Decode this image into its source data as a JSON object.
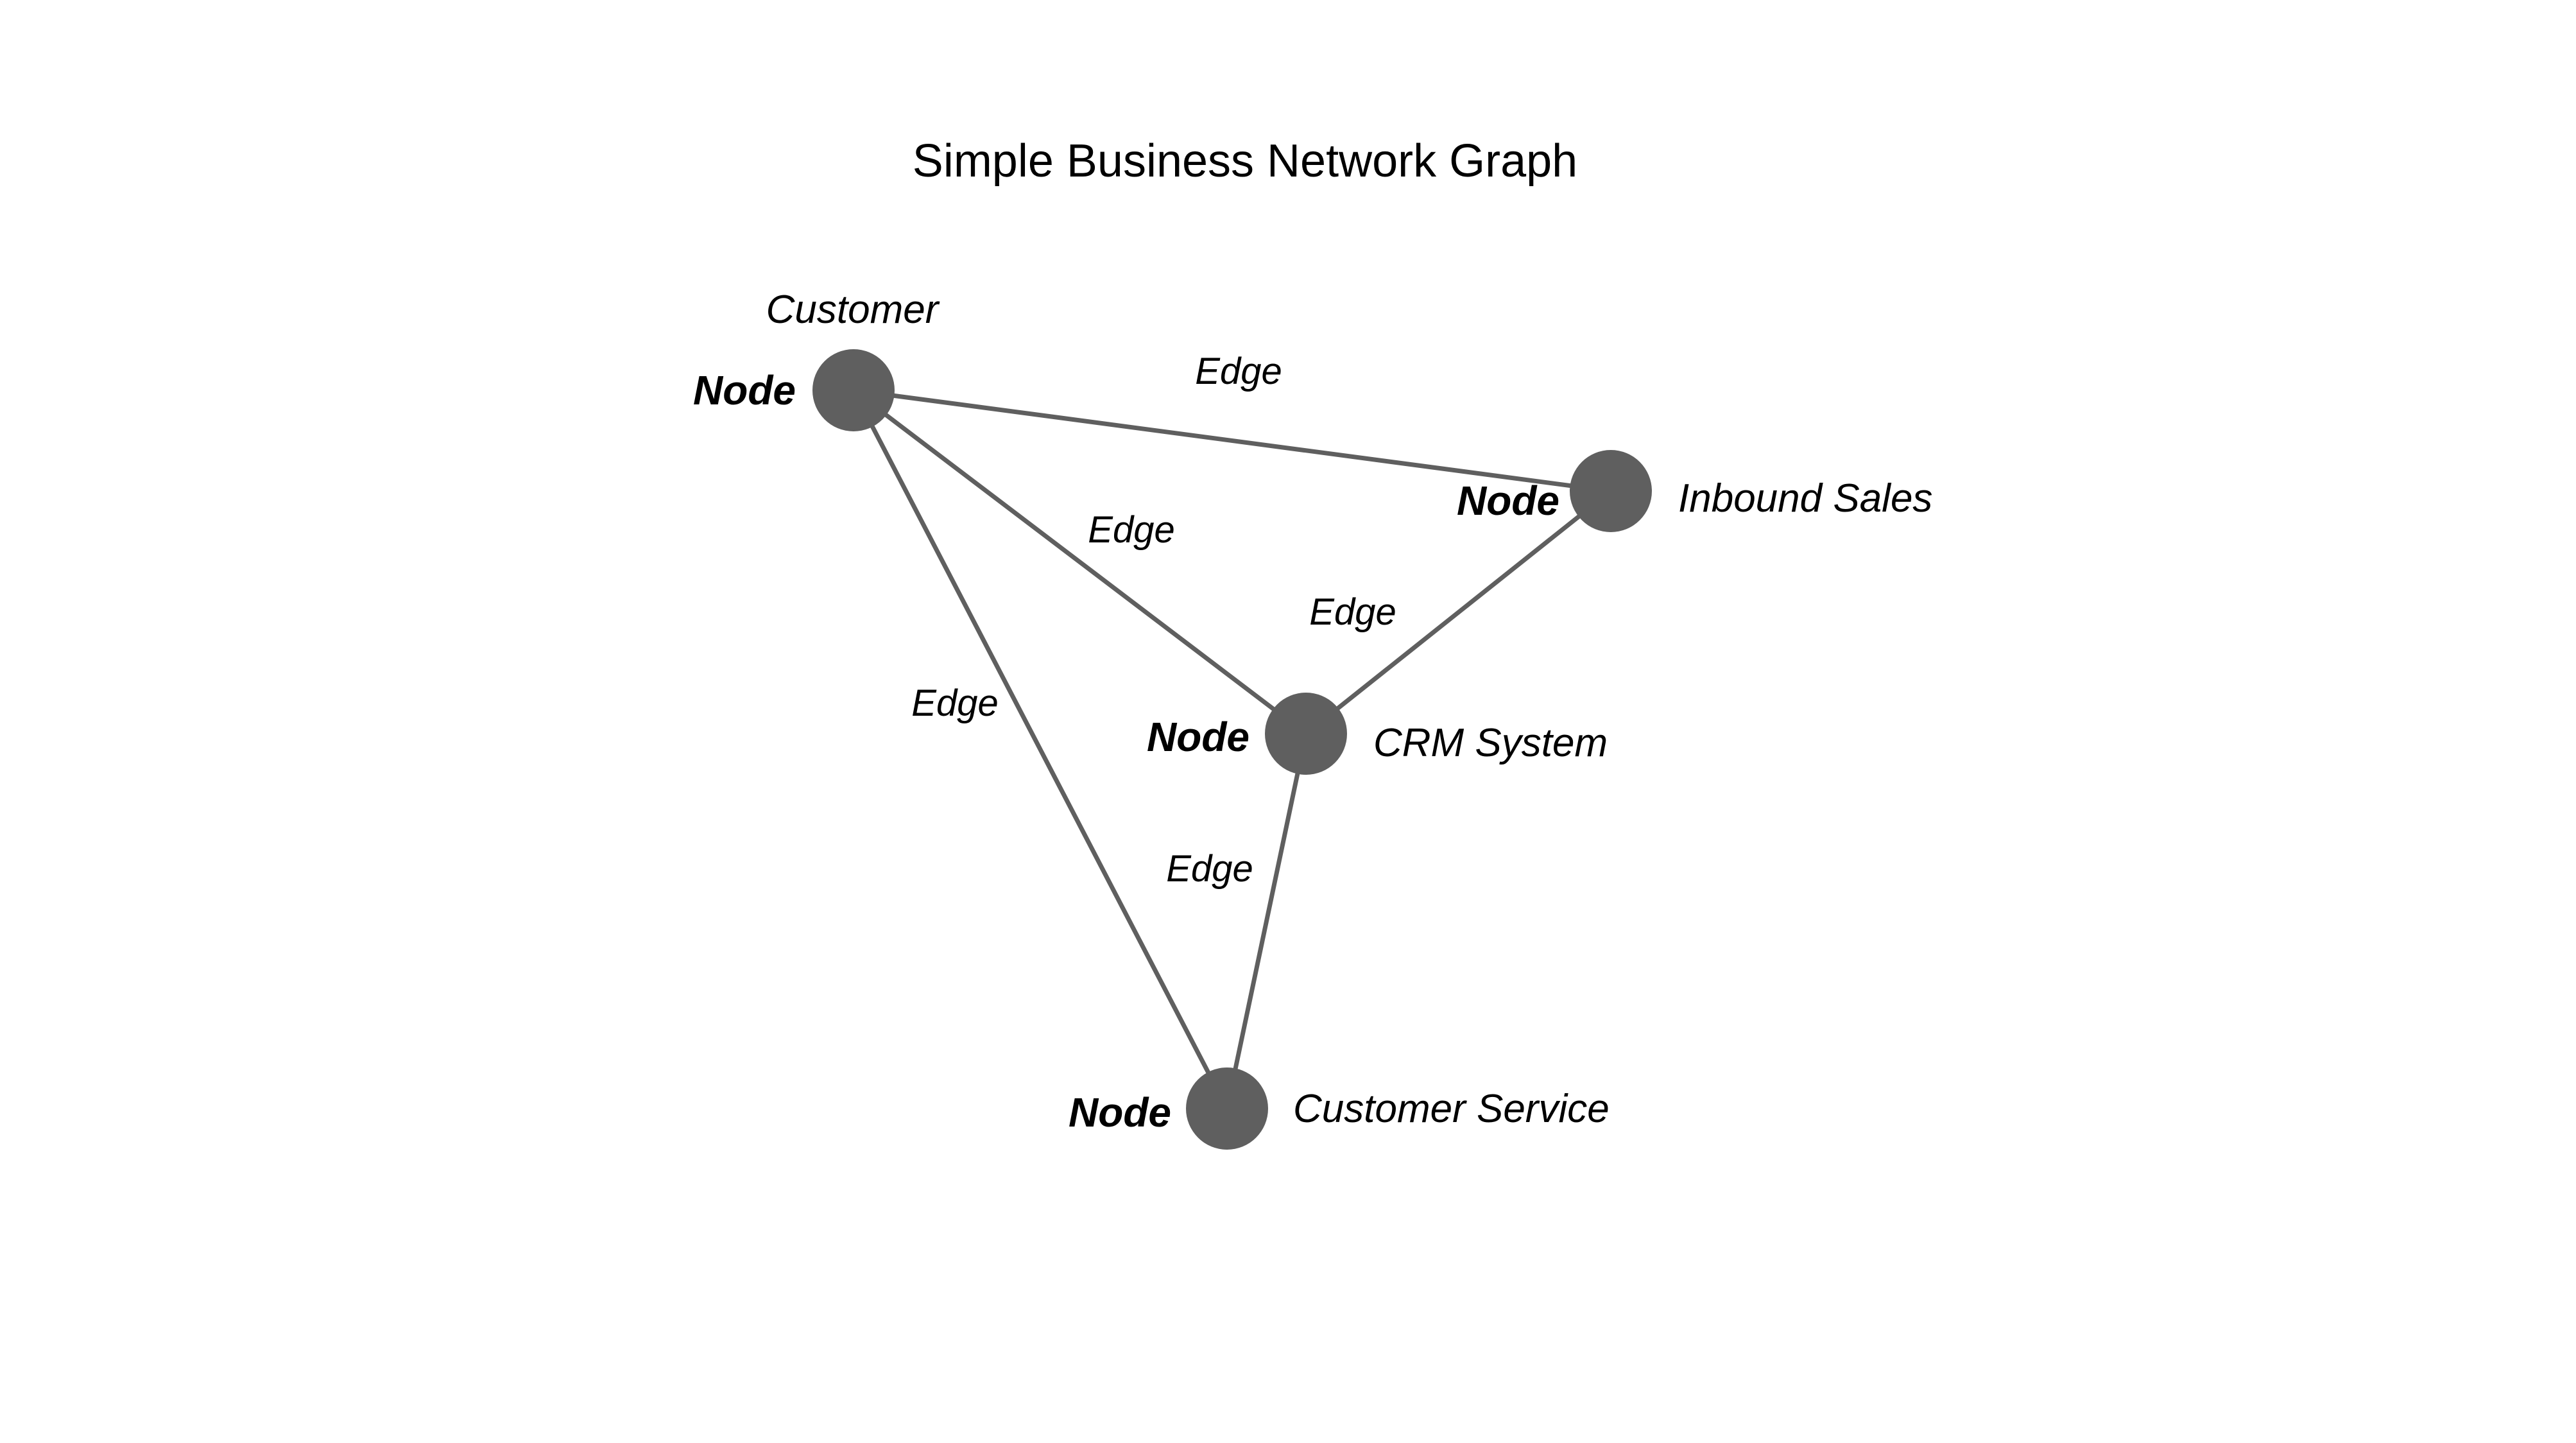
{
  "title": "Simple Business Network Graph",
  "colors": {
    "node_fill": "#5f5f5f",
    "edge_stroke": "#5f5f5f",
    "text": "#000000",
    "background": "#ffffff"
  },
  "nodes": [
    {
      "id": "customer",
      "label": "Customer",
      "tag": "Node"
    },
    {
      "id": "inbound_sales",
      "label": "Inbound Sales",
      "tag": "Node"
    },
    {
      "id": "crm_system",
      "label": "CRM System",
      "tag": "Node"
    },
    {
      "id": "customer_service",
      "label": "Customer Service",
      "tag": "Node"
    }
  ],
  "edges": [
    {
      "id": "customer-inbound_sales",
      "from": "customer",
      "to": "inbound_sales",
      "label": "Edge"
    },
    {
      "id": "customer-crm_system",
      "from": "customer",
      "to": "crm_system",
      "label": "Edge"
    },
    {
      "id": "inbound_sales-crm_system",
      "from": "inbound_sales",
      "to": "crm_system",
      "label": "Edge"
    },
    {
      "id": "customer-customer_service",
      "from": "customer",
      "to": "customer_service",
      "label": "Edge"
    },
    {
      "id": "crm_system-customer_service",
      "from": "crm_system",
      "to": "customer_service",
      "label": "Edge"
    }
  ]
}
